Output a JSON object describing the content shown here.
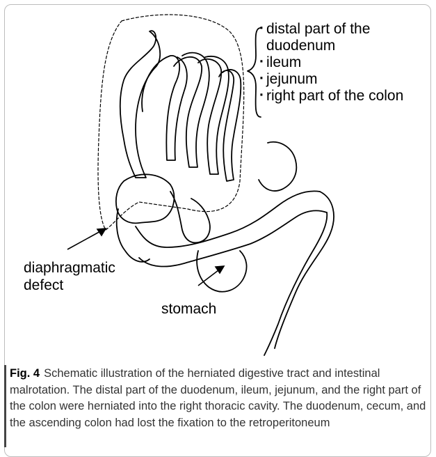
{
  "figure": {
    "list_items": [
      {
        "line1": "distal part of  the",
        "line2": "duodenum"
      },
      {
        "line1": "ileum"
      },
      {
        "line1": "jejunum"
      },
      {
        "line1": "right part of the colon"
      }
    ],
    "labels": {
      "diaphragmatic_line1": "diaphragmatic",
      "diaphragmatic_line2": "defect",
      "stomach": "stomach"
    }
  },
  "caption": {
    "number": "Fig. 4",
    "text": "Schematic illustration of the herniated digestive tract and intestinal malrotation. The distal part of the duodenum, ileum, jejunum, and the right part of the colon were herniated into the right thoracic cavity. The duodenum, cecum, and the ascending colon had lost the fixation to the retroperitoneum"
  }
}
